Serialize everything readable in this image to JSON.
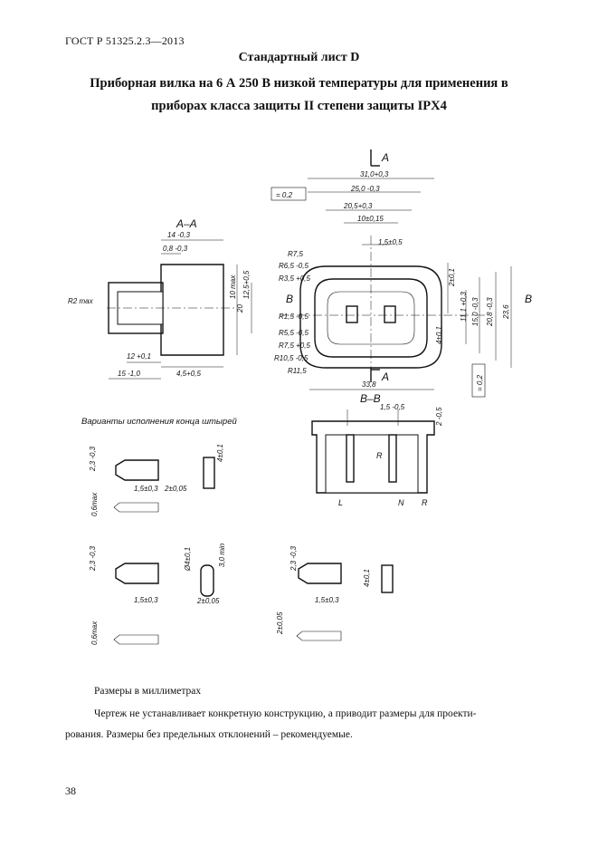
{
  "header": {
    "standard": "ГОСТ Р 51325.2.3—2013"
  },
  "sheet_title": "Стандартный лист D",
  "title_line1": "Приборная вилка на 6 А 250 В низкой температуры для применения в",
  "title_line2": "приборах класса защиты II степени защиты  IPX4",
  "drawing": {
    "section_aa": "А–А",
    "section_bb": "В–В",
    "variants_title": "Варианты исполнения конца штырей",
    "marks": {
      "A": "А",
      "B": "В",
      "L": "L",
      "N": "N",
      "R": "R"
    },
    "dims_top": [
      "31,0",
      "25,0",
      "20,5",
      "10±0,15",
      "1,5±0,5",
      "0,2"
    ],
    "dims_aa": [
      "14",
      "0,8",
      "R2 max",
      "10 max",
      "12,5",
      "20",
      "12",
      "15",
      "4,5"
    ],
    "dims_radii": [
      "R7,5",
      "R6,5",
      "R3,5",
      "R1,5",
      "R5,5",
      "R7,5",
      "R10,5",
      "R11,5"
    ],
    "dims_right": [
      "2±0,1",
      "11,1",
      "15,0",
      "20,8",
      "23,6",
      "4±0,1",
      "33,8",
      "0,2"
    ],
    "dims_bb": [
      "1,5",
      "2",
      "R"
    ],
    "dims_pins": [
      "2,3",
      "0,6max",
      "1,5±0,3",
      "2±0,05",
      "4±0,1",
      "Ø4±0,1",
      "3,0 min"
    ]
  },
  "notes": {
    "units": "Размеры в миллиметрах",
    "text_line1": "Чертеж не устанавливает конкретную конструкцию, а приводит размеры для проекти-",
    "text_line2": "рования. Размеры без предельных отклонений – рекомендуемые."
  },
  "page_number": "38"
}
